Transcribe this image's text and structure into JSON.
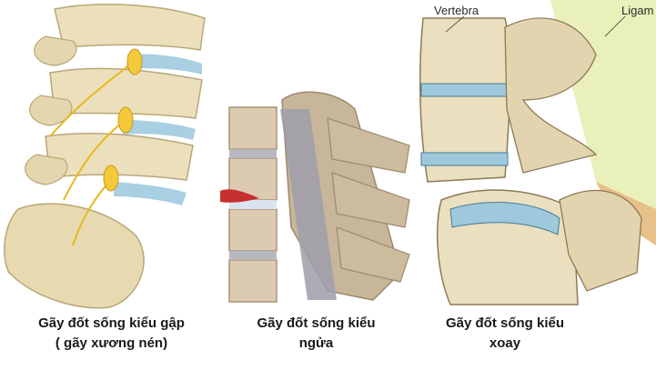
{
  "panels": [
    {
      "caption_line1": "Gãy đốt sống kiểu gập",
      "caption_line2": "( gãy xương nén)"
    },
    {
      "caption_line1": "Gãy đốt sống kiểu",
      "caption_line2": "ngửa"
    },
    {
      "caption_line1": "Gãy đốt sống kiểu",
      "caption_line2": "xoay",
      "label_vertebra": "Vertebra",
      "label_ligament": "Ligam"
    }
  ],
  "colors": {
    "bone": "#e9dcb6",
    "bone_shadow": "#c9b88a",
    "disc": "#9ec9dd",
    "nerve": "#f2c53a",
    "ligament": "#d8e49a",
    "injury": "#d04040",
    "section_bone": "#d8c8b0",
    "section_grey": "#9a9aa6"
  }
}
